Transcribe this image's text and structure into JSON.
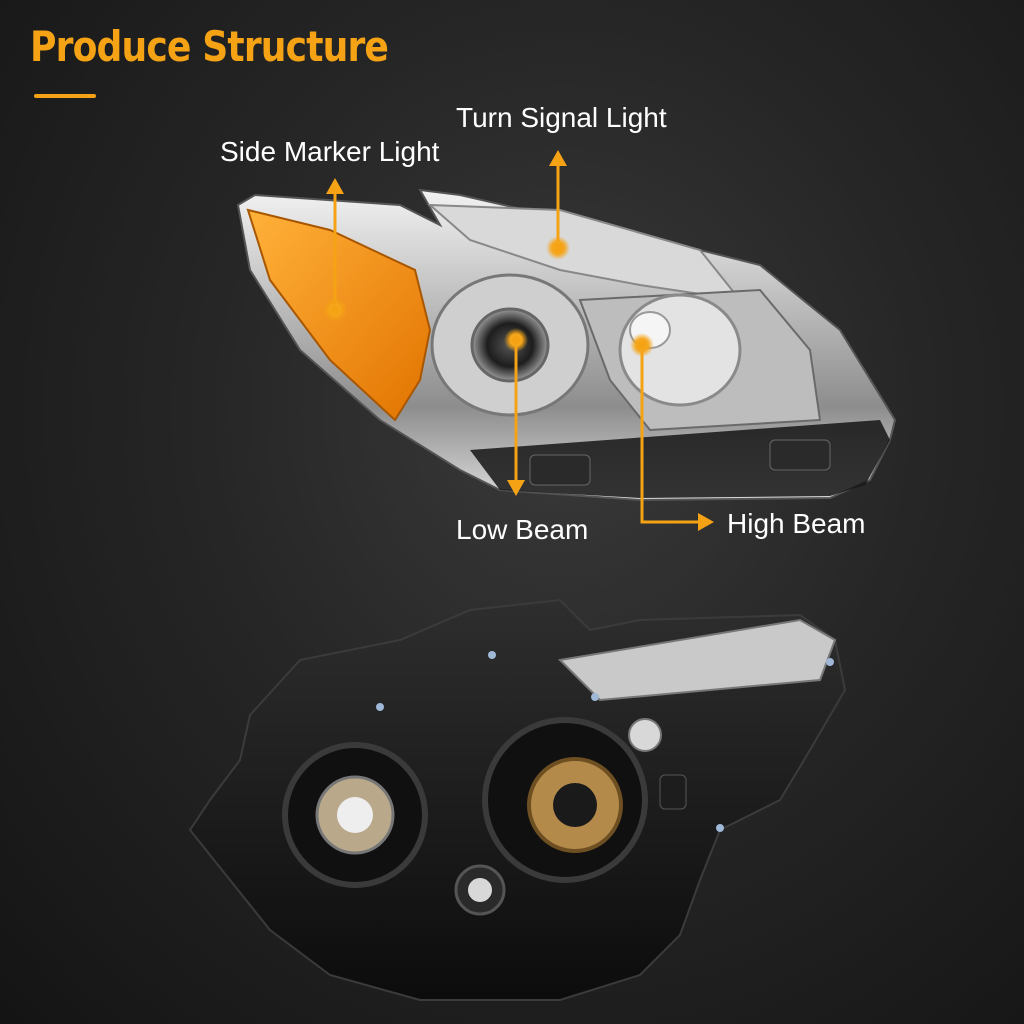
{
  "heading": "Produce Structure",
  "callouts": {
    "side_marker": "Side Marker Light",
    "turn_signal": "Turn Signal Light",
    "low_beam": "Low Beam",
    "high_beam": "High Beam"
  },
  "colors": {
    "accent": "#f5a315",
    "text": "#ffffff",
    "background": "#262626"
  }
}
